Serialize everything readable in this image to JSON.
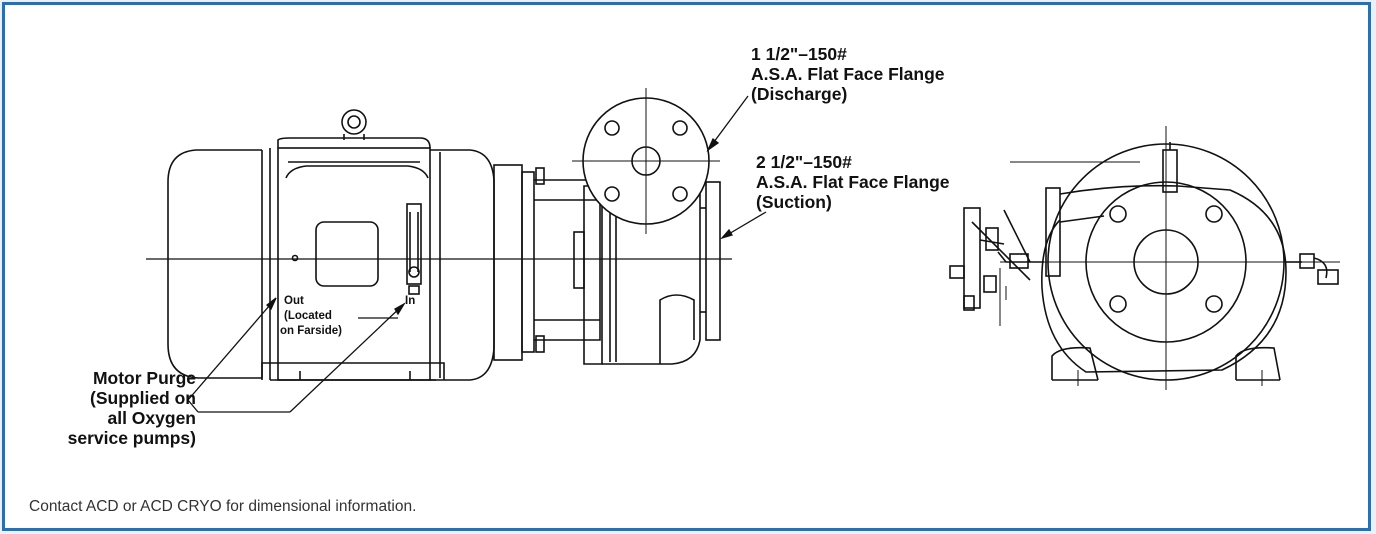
{
  "labels": {
    "discharge": [
      "1 1/2\"–150#",
      "A.S.A. Flat Face Flange",
      "(Discharge)"
    ],
    "suction": [
      "2 1/2\"–150#",
      "A.S.A. Flat Face Flange",
      "(Suction)"
    ],
    "motor_purge": [
      "Motor Purge",
      "(Supplied on",
      "all Oxygen",
      "service pumps)"
    ],
    "out": "Out",
    "located": [
      "(Located",
      "on Farside)"
    ],
    "in": "In"
  },
  "footer": "Contact ACD or ACD CRYO for dimensional information.",
  "colors": {
    "border": "#1f73b9",
    "line": "#111111",
    "background": "#ffffff"
  }
}
